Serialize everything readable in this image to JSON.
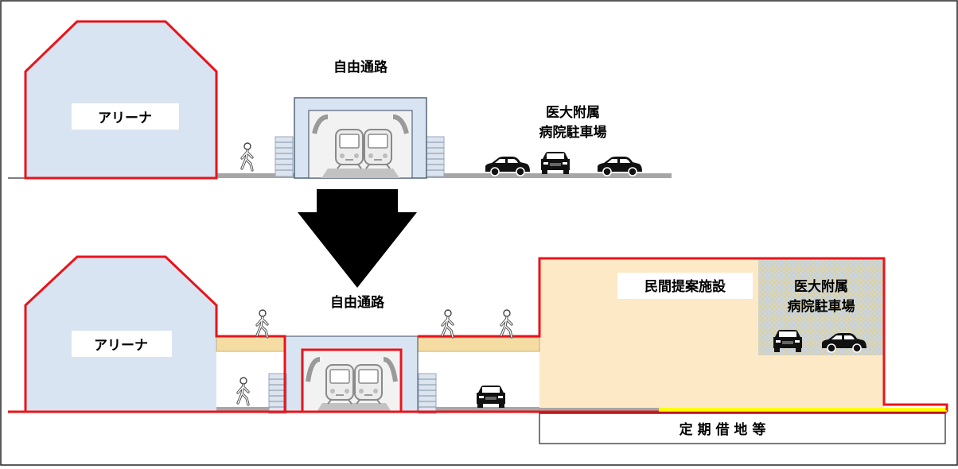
{
  "before": {
    "arena_label": "アリーナ",
    "passage_label": "自由通路",
    "parking_label_line1": "医大附属",
    "parking_label_line2": "病院駐車場"
  },
  "after": {
    "arena_label": "アリーナ",
    "passage_label": "自由通路",
    "facility_label": "民間提案施設",
    "parking_label_line1": "医大附属",
    "parking_label_line2": "病院駐車場",
    "lease_label": "定 期 借 地 等"
  },
  "colors": {
    "outline_red": "#e8141b",
    "building_blue": "#d9e4f2",
    "facility_fill": "#fde9c5",
    "deck_fill": "#f5dca2",
    "ground_gray": "#a6a6a6",
    "highlight_yellow": "#ffff00",
    "arrow": "#000000"
  },
  "icons": [
    "pedestrian-icon",
    "car-icon",
    "train-icon",
    "stairs-icon",
    "down-arrow-icon"
  ]
}
